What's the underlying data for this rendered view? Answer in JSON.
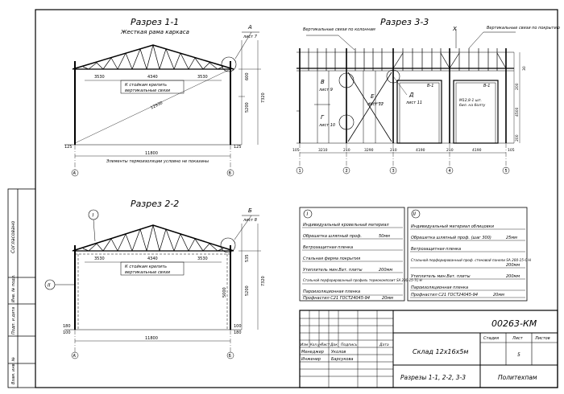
{
  "sections": {
    "s11": {
      "title": "Разрез 1-1",
      "subtitle": "Жесткая рама каркаса",
      "callout_letter": "А",
      "callout_sheet": "лист 7",
      "dims_top": [
        "3530",
        "4340",
        "3530"
      ],
      "note_line1": "К стойкам крепить",
      "note_line2": "вертикальные связи",
      "diagonal": "12930",
      "span": "11800",
      "dims_right": [
        "600",
        "5200",
        "7320"
      ],
      "end_left": "125",
      "end_right": "125",
      "axis_left": "А",
      "axis_right": "Б",
      "bottom_note": "Элементы термоизоляции условно не показаны"
    },
    "s33": {
      "title": "Разрез 3-3",
      "label_left": "Вертикальные связи по колоннам",
      "label_right": "Вертикальные связи по покрытию",
      "x_mark": "Х",
      "callout_v": "В",
      "callout_v_sheet": "лист 9",
      "callout_g": "Г",
      "callout_g_sheet": "лист 10",
      "callout_e": "Е",
      "callout_e_sheet": "лист 12",
      "callout_d": "Д",
      "callout_d_sheet": "лист 11",
      "gate1": "В-1",
      "gate2": "В-1",
      "bolt_note1": "М12,8-1 шт.",
      "bolt_note2": "бил. на болту",
      "dims_bottom": [
        "105",
        "3210",
        "210",
        "3290",
        "210",
        "4190",
        "210",
        "4190",
        "105"
      ],
      "dim_right_top": "30",
      "dim_right_mid": "200",
      "dim_right_main": "4500",
      "dim_right_bottom": "200",
      "axes": [
        "1",
        "2",
        "3",
        "4",
        "5"
      ]
    },
    "s22": {
      "title": "Разрез 2-2",
      "callout_i": "I",
      "callout_b": "Б",
      "callout_b_sheet": "лист 8",
      "callout_ii": "II",
      "dims_top": [
        "3530",
        "4340",
        "3530"
      ],
      "note_line1": "К стойкам крепить",
      "note_line2": "вертикальные связи",
      "span": "11800",
      "dims_right": [
        "535",
        "5200",
        "7320",
        "5000"
      ],
      "end_left": "180",
      "end_left2": "100",
      "end_right": "100",
      "end_right2": "180",
      "axis_left": "А",
      "axis_right": "Б"
    }
  },
  "legend_i": {
    "marker": "I",
    "rows": [
      {
        "name": "Индивидуальный кровельный материал",
        "value": ""
      },
      {
        "name": "Обрешетка шляпный проф.",
        "value": "50мм"
      },
      {
        "name": "Ветрозащитная пленка",
        "value": ""
      },
      {
        "name": "Стальная ферма покрытия",
        "value": ""
      },
      {
        "name": "Утеплитель мин.Ват. плиты",
        "value": "200мм"
      },
      {
        "name": "Стальной перфорированный профиль термокомпозит SA 200-15-ТС-Н",
        "value": ""
      },
      {
        "name": "Пароизоляционная пленка",
        "value": ""
      },
      {
        "name": "Профнастил С21 ГОСТ24045-94",
        "value": "20мм"
      }
    ]
  },
  "legend_ii": {
    "marker": "II",
    "rows": [
      {
        "name": "Индивидуальный материал облицовки",
        "value": ""
      },
      {
        "name": "Обрешетка шляпный проф. (шаг 300)",
        "value": "25мм"
      },
      {
        "name": "Ветрозащитная пленка",
        "value": ""
      },
      {
        "name": "Стальной перфорированный проф. стеновой панели SA 200-15-С-Н",
        "value": "200мм"
      },
      {
        "name": "Утеплитель мин.Ват. плиты",
        "value": "200мм"
      },
      {
        "name": "Пароизоляционная пленка",
        "value": ""
      },
      {
        "name": "Профнастил С21 ГОСТ24045-94",
        "value": "20мм"
      }
    ]
  },
  "title_block": {
    "code": "00263-КМ",
    "object": "Склад 12х16х5м",
    "sheet_title": "Разрезы 1-1, 2-2, 3-3",
    "company": "Политехпам",
    "headers": [
      "Изм",
      "Кол.уч",
      "Лист",
      "Док",
      "Подпись",
      "Дата"
    ],
    "people": [
      {
        "role": "Менеджер",
        "name": "Уколов"
      },
      {
        "role": "Инженер",
        "name": "Барсукова"
      }
    ],
    "stage_label": "Стадия",
    "sheet_label": "Лист",
    "sheets_label": "Листов",
    "sheet_no": "5"
  },
  "side_stamp": [
    "Согласовано",
    "Инв. № подл.",
    "Подп. и дата",
    "Взам. инв. №"
  ]
}
